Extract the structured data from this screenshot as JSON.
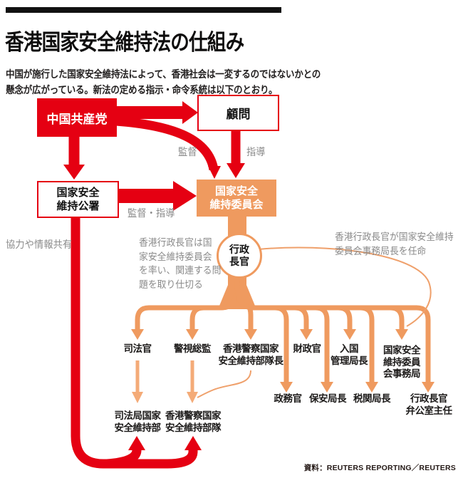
{
  "header": {
    "title": "香港国家安全維持法の仕組み",
    "subtitle": "中国が施行した国家安全維持法によって、香港社会は一変するのではないかとの\n懸念が広がっている。新法の定める指示・命令系統は以下のとおり。"
  },
  "colors": {
    "red": "#e50012",
    "orange": "#ef9a5f",
    "orange_light": "#f4ab78",
    "gray_label": "#8b8b8b",
    "text": "#1c1a19"
  },
  "nodes": {
    "ccp": "中国共産党",
    "advisor": "顧問",
    "office": "国家安全\n維持公署",
    "committee": "国家安全\n維持委員会",
    "chief_executive": "行政\n長官"
  },
  "edge_labels": {
    "supervise": "監督",
    "guide": "指導",
    "supervise_guide": "監督・指導",
    "cooperation": "協力や情報共有"
  },
  "notes": {
    "ce_role": "香港行政長官は国\n家安全維持委員会\nを率い、関連する問\n題を取り仕切る",
    "appointment": "香港行政長官が国家安全維持\n委員会事務局長を任命"
  },
  "org": {
    "row1": [
      "司法官",
      "警視総監",
      "香港警察国家\n安全維持部隊長",
      "財政官",
      "入国\n管理局長",
      "国家安全\n維持委員\n会事務局"
    ],
    "row2": [
      "政務官",
      "保安局長",
      "税関局長",
      "行政長官\n弁公室主任"
    ],
    "row3": [
      "司法局国家\n安全維持部",
      "香港警察国家\n安全維持部隊"
    ]
  },
  "source": "資料：REUTERS REPORTING／REUTERS"
}
